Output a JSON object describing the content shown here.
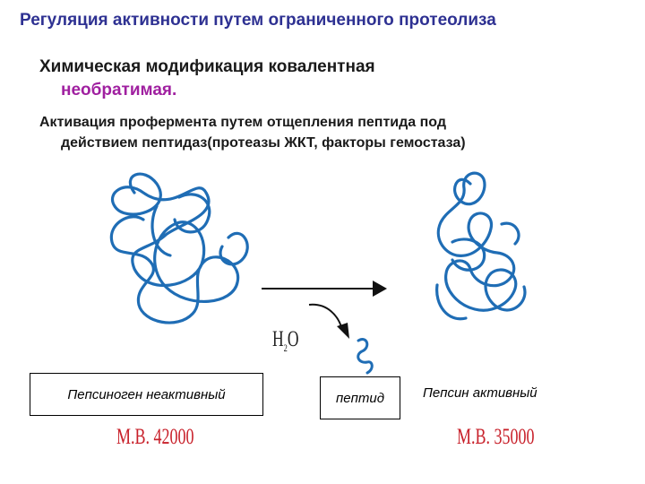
{
  "title": "Регуляция активности путем ограниченного протеолиза",
  "subtitle_line1": "Химическая модификация ковалентная",
  "subtitle_line2": "необратимая.",
  "paragraph_line1": "Активация профермента путем отщепления пептида под",
  "paragraph_line2": "действием пептидаз(протеазы ЖКТ, факторы гемостаза)",
  "colors": {
    "title": "#2e3192",
    "accent": "#a020a0",
    "coil": "#1f6db5",
    "mw": "#c8202a"
  },
  "labels": {
    "pepsinogen": "Пепсиноген неактивный",
    "peptide": "пептид",
    "pepsin": "Пепсин активный"
  },
  "molecular_weights": {
    "pepsinogen": "M.B. 42000",
    "pepsin": "M.B. 35000"
  },
  "water": {
    "symbol": "H",
    "subscript": "2",
    "tail": "O"
  }
}
